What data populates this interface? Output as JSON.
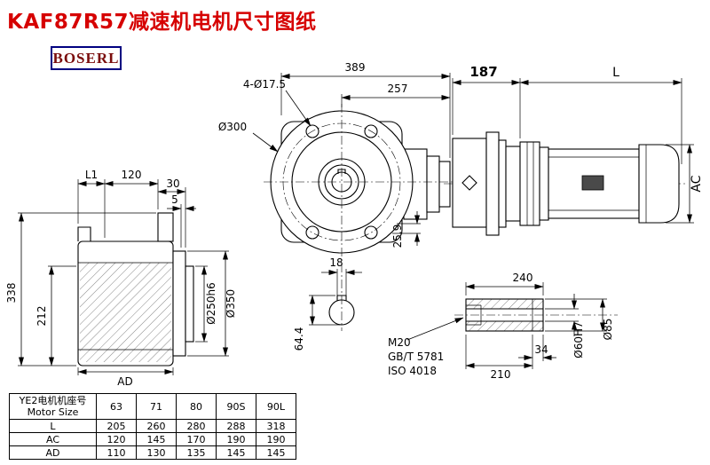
{
  "title": "KAF87R57减速机电机尺寸图纸",
  "logo": "BOSERL",
  "front_view": {
    "dim_389": "389",
    "dim_257": "257",
    "dim_bolt_holes": "4-Ø17.5",
    "dim_300": "Ø300",
    "dim_25_9": "25.9",
    "dim_18": "18",
    "dim_64_4": "64.4"
  },
  "side_view": {
    "dim_187": "187",
    "dim_L": "L",
    "dim_AC": "AC"
  },
  "left_view": {
    "dim_L1": "L1",
    "dim_120": "120",
    "dim_30": "30",
    "dim_5": "5",
    "dim_338": "338",
    "dim_212": "212",
    "dim_AD": "AD",
    "dim_250": "Ø250h6",
    "dim_350": "Ø350"
  },
  "shaft_detail": {
    "dim_240": "240",
    "dim_34": "34",
    "dim_210": "210",
    "dim_60": "Ø60H7",
    "dim_85": "Ø85",
    "thread": "M20",
    "standard1": "GB/T 5781",
    "standard2": "ISO 4018"
  },
  "table": {
    "header_cn": "YE2电机机座号",
    "header_en": "Motor Size",
    "columns": [
      "63",
      "71",
      "80",
      "90S",
      "90L"
    ],
    "rows": [
      {
        "label": "L",
        "values": [
          "205",
          "260",
          "280",
          "288",
          "318"
        ]
      },
      {
        "label": "AC",
        "values": [
          "120",
          "145",
          "170",
          "190",
          "190"
        ]
      },
      {
        "label": "AD",
        "values": [
          "110",
          "130",
          "135",
          "145",
          "145"
        ]
      }
    ]
  }
}
